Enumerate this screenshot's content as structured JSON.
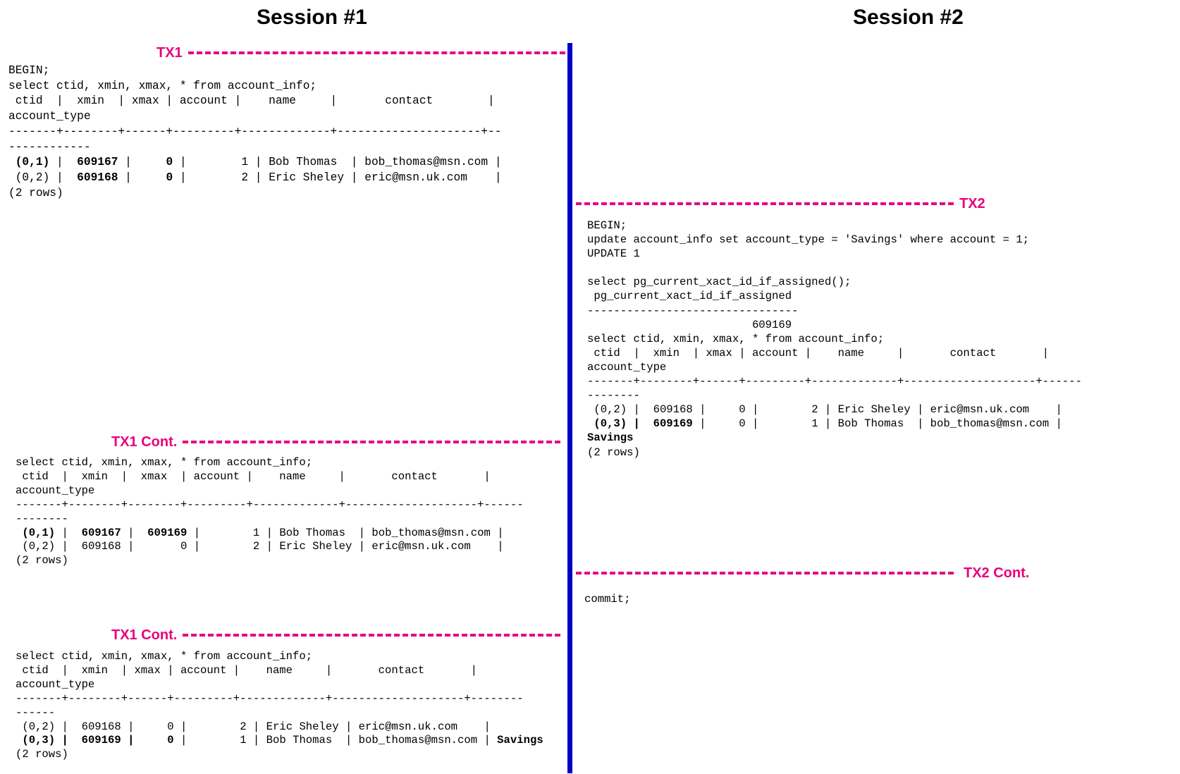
{
  "session1": {
    "title": "Session #1",
    "tx1": {
      "label": "TX1",
      "lines": [
        "BEGIN;",
        "select ctid, xmin, xmax, * from account_info;",
        " ctid  |  xmin  | xmax | account |    name     |       contact        |",
        "account_type",
        "-------+--------+------+---------+-------------+---------------------+--",
        "------------"
      ],
      "rows": [
        {
          "ctid": " (0,1)",
          "xmin": " 609167",
          "xmax": "    0",
          "account": "       1",
          "name": " Bob Thomas  ",
          "contact": " bob_thomas@msn.com ",
          "end": "|"
        },
        {
          "ctid": " (0,2)",
          "xmin": " 609168",
          "xmax": "    0",
          "account": "       2",
          "name": " Eric Sheley ",
          "contact": " eric@msn.uk.com    ",
          "end": "|"
        }
      ],
      "footer": "(2 rows)"
    },
    "tx1_cont_a": {
      "label": "TX1 Cont.",
      "lines": [
        "select ctid, xmin, xmax, * from account_info;",
        " ctid  |  xmin  |  xmax  | account |    name     |       contact       |",
        "account_type",
        "-------+--------+--------+---------+-------------+--------------------+------",
        "--------"
      ],
      "rows": [
        {
          "ctid": " (0,1)",
          "xmin": " 609167",
          "xmax": " 609169",
          "account": "       1",
          "name": " Bob Thomas  ",
          "contact": " bob_thomas@msn.com ",
          "end": "|"
        },
        {
          "ctid": " (0,2)",
          "xmin": " 609168",
          "xmax": "      0",
          "account": "       2",
          "name": " Eric Sheley ",
          "contact": " eric@msn.uk.com    ",
          "end": "|"
        }
      ],
      "footer": "(2 rows)"
    },
    "tx1_cont_b": {
      "label": "TX1 Cont.",
      "lines": [
        "select ctid, xmin, xmax, * from account_info;",
        " ctid  |  xmin  | xmax | account |    name     |       contact       |",
        "account_type",
        "-------+--------+------+---------+-------------+--------------------+--------",
        "------"
      ],
      "rows": [
        {
          "ctid": " (0,2)",
          "xmin": " 609168",
          "xmax": "    0",
          "account": "       2",
          "name": " Eric Sheley ",
          "contact": " eric@msn.uk.com    ",
          "end": "|"
        },
        {
          "ctid": " (0,3)",
          "xmin": " 609169",
          "xmax": "    0",
          "account": "       1",
          "name": " Bob Thomas  ",
          "contact": " bob_thomas@msn.com ",
          "end": "|",
          "account_type": " Savings"
        }
      ],
      "footer": "(2 rows)"
    }
  },
  "session2": {
    "title": "Session #2",
    "tx2": {
      "label": "TX2",
      "lines": [
        "BEGIN;",
        "update account_info set account_type = 'Savings' where account = 1;",
        "UPDATE 1",
        "",
        "select pg_current_xact_id_if_assigned();",
        " pg_current_xact_id_if_assigned",
        "--------------------------------",
        "                         609169",
        "select ctid, xmin, xmax, * from account_info;",
        " ctid  |  xmin  | xmax | account |    name     |       contact       |",
        "account_type",
        "-------+--------+------+---------+-------------+--------------------+------",
        "--------"
      ],
      "rows": [
        {
          "ctid": " (0,2)",
          "xmin": " 609168",
          "xmax": "    0",
          "account": "       2",
          "name": " Eric Sheley ",
          "contact": " eric@msn.uk.com    ",
          "end": "|"
        },
        {
          "ctid": " (0,3)",
          "xmin": " 609169",
          "xmax": "    0",
          "account": "       1",
          "name": " Bob Thomas  ",
          "contact": " bob_thomas@msn.com ",
          "end": "|"
        }
      ],
      "account_type_line": "Savings",
      "footer": "(2 rows)"
    },
    "tx2_cont": {
      "label": "TX2 Cont.",
      "lines": [
        "commit;"
      ]
    }
  },
  "colors": {
    "marker": "#e6007e",
    "divider": "#0000c8",
    "text": "#000000"
  }
}
